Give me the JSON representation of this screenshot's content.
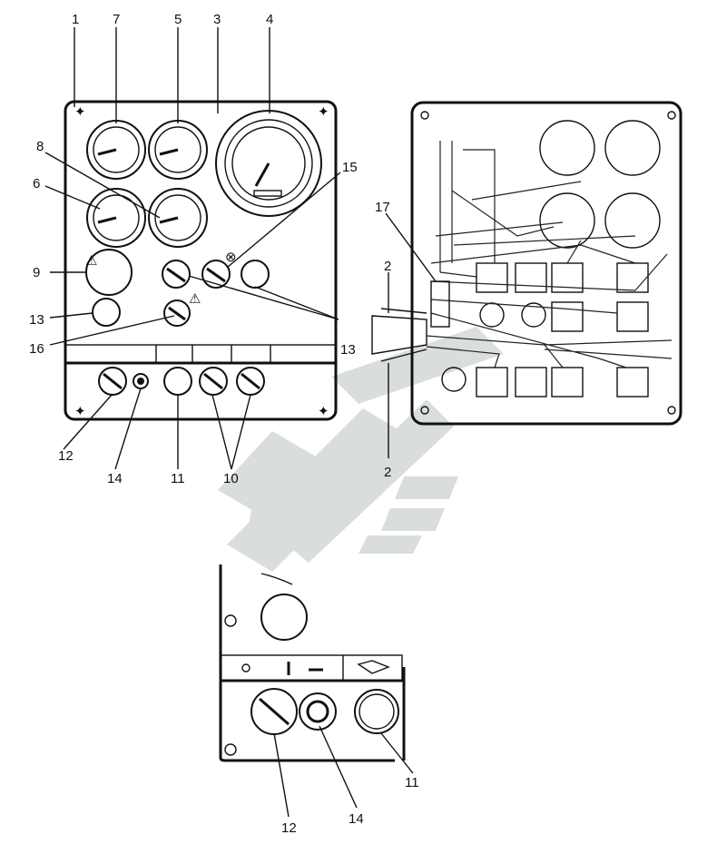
{
  "callouts": {
    "c1": "1",
    "c7": "7",
    "c5": "5",
    "c3": "3",
    "c4": "4",
    "c8": "8",
    "c6": "6",
    "c15": "15",
    "c9": "9",
    "c13a": "13",
    "c16": "16",
    "c13b": "13",
    "c12a": "12",
    "c14a": "14",
    "c11a": "11",
    "c10": "10",
    "c17": "17",
    "c2a": "2",
    "c2b": "2",
    "c12b": "12",
    "c14b": "14",
    "c11b": "11"
  },
  "colors": {
    "ink": "#111111",
    "watermark": "#cfd6d2"
  },
  "icons": [
    "warning-triangle-icon",
    "horn-icon",
    "turn-signal-icon",
    "lamp-icon",
    "preheat-icon"
  ]
}
